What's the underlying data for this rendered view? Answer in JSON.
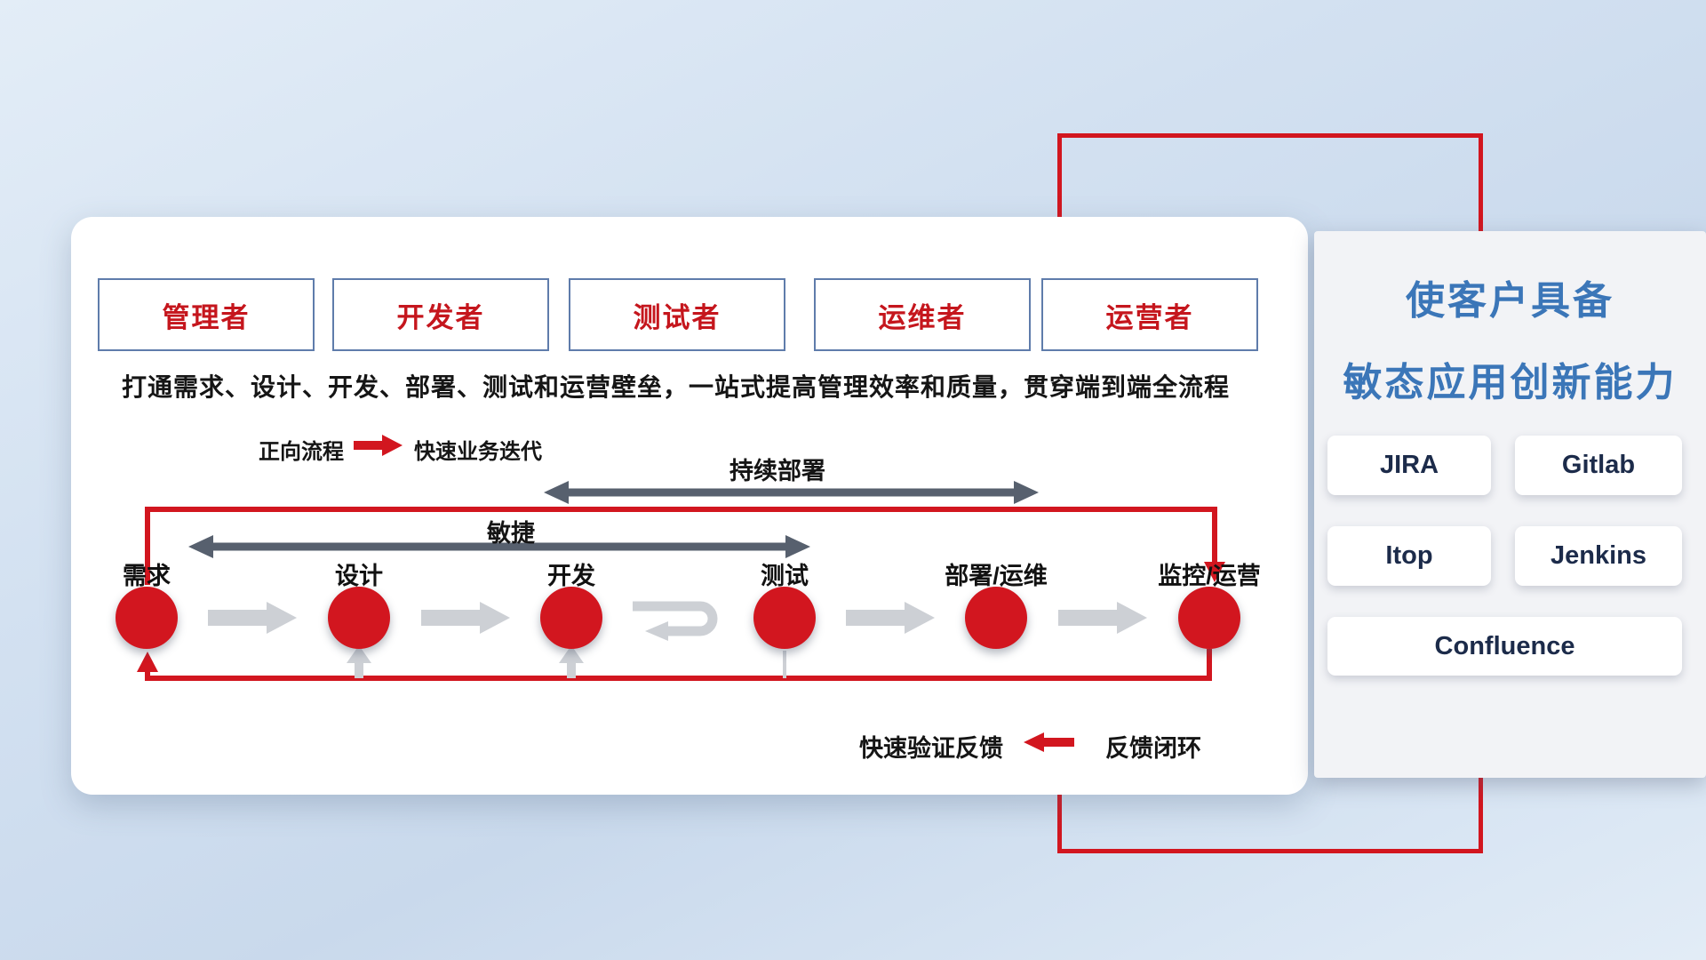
{
  "roles": [
    "管理者",
    "开发者",
    "测试者",
    "运维者",
    "运营者"
  ],
  "headline": "打通需求、设计、开发、部署、测试和运营壁垒，一站式提高管理效率和质量，贯穿端到端全流程",
  "flow_legend": {
    "forward_label": "正向流程",
    "forward_desc": "快速业务迭代",
    "continuous_deploy": "持续部署",
    "agile": "敏捷",
    "feedback_label": "快速验证反馈",
    "feedback_desc": "反馈闭环"
  },
  "stages": [
    "需求",
    "设计",
    "开发",
    "测试",
    "部署/运维",
    "监控/运营"
  ],
  "right_panel": {
    "title_line1": "使客户具备",
    "title_line2": "敏态应用创新能力",
    "tools": [
      "JIRA",
      "Gitlab",
      "Itop",
      "Jenkins",
      "Confluence"
    ]
  },
  "colors": {
    "accent_red": "#d2161f",
    "title_blue": "#3b76b8",
    "dark_arrow": "#57606e",
    "gray_arrow": "#cdd0d5"
  }
}
